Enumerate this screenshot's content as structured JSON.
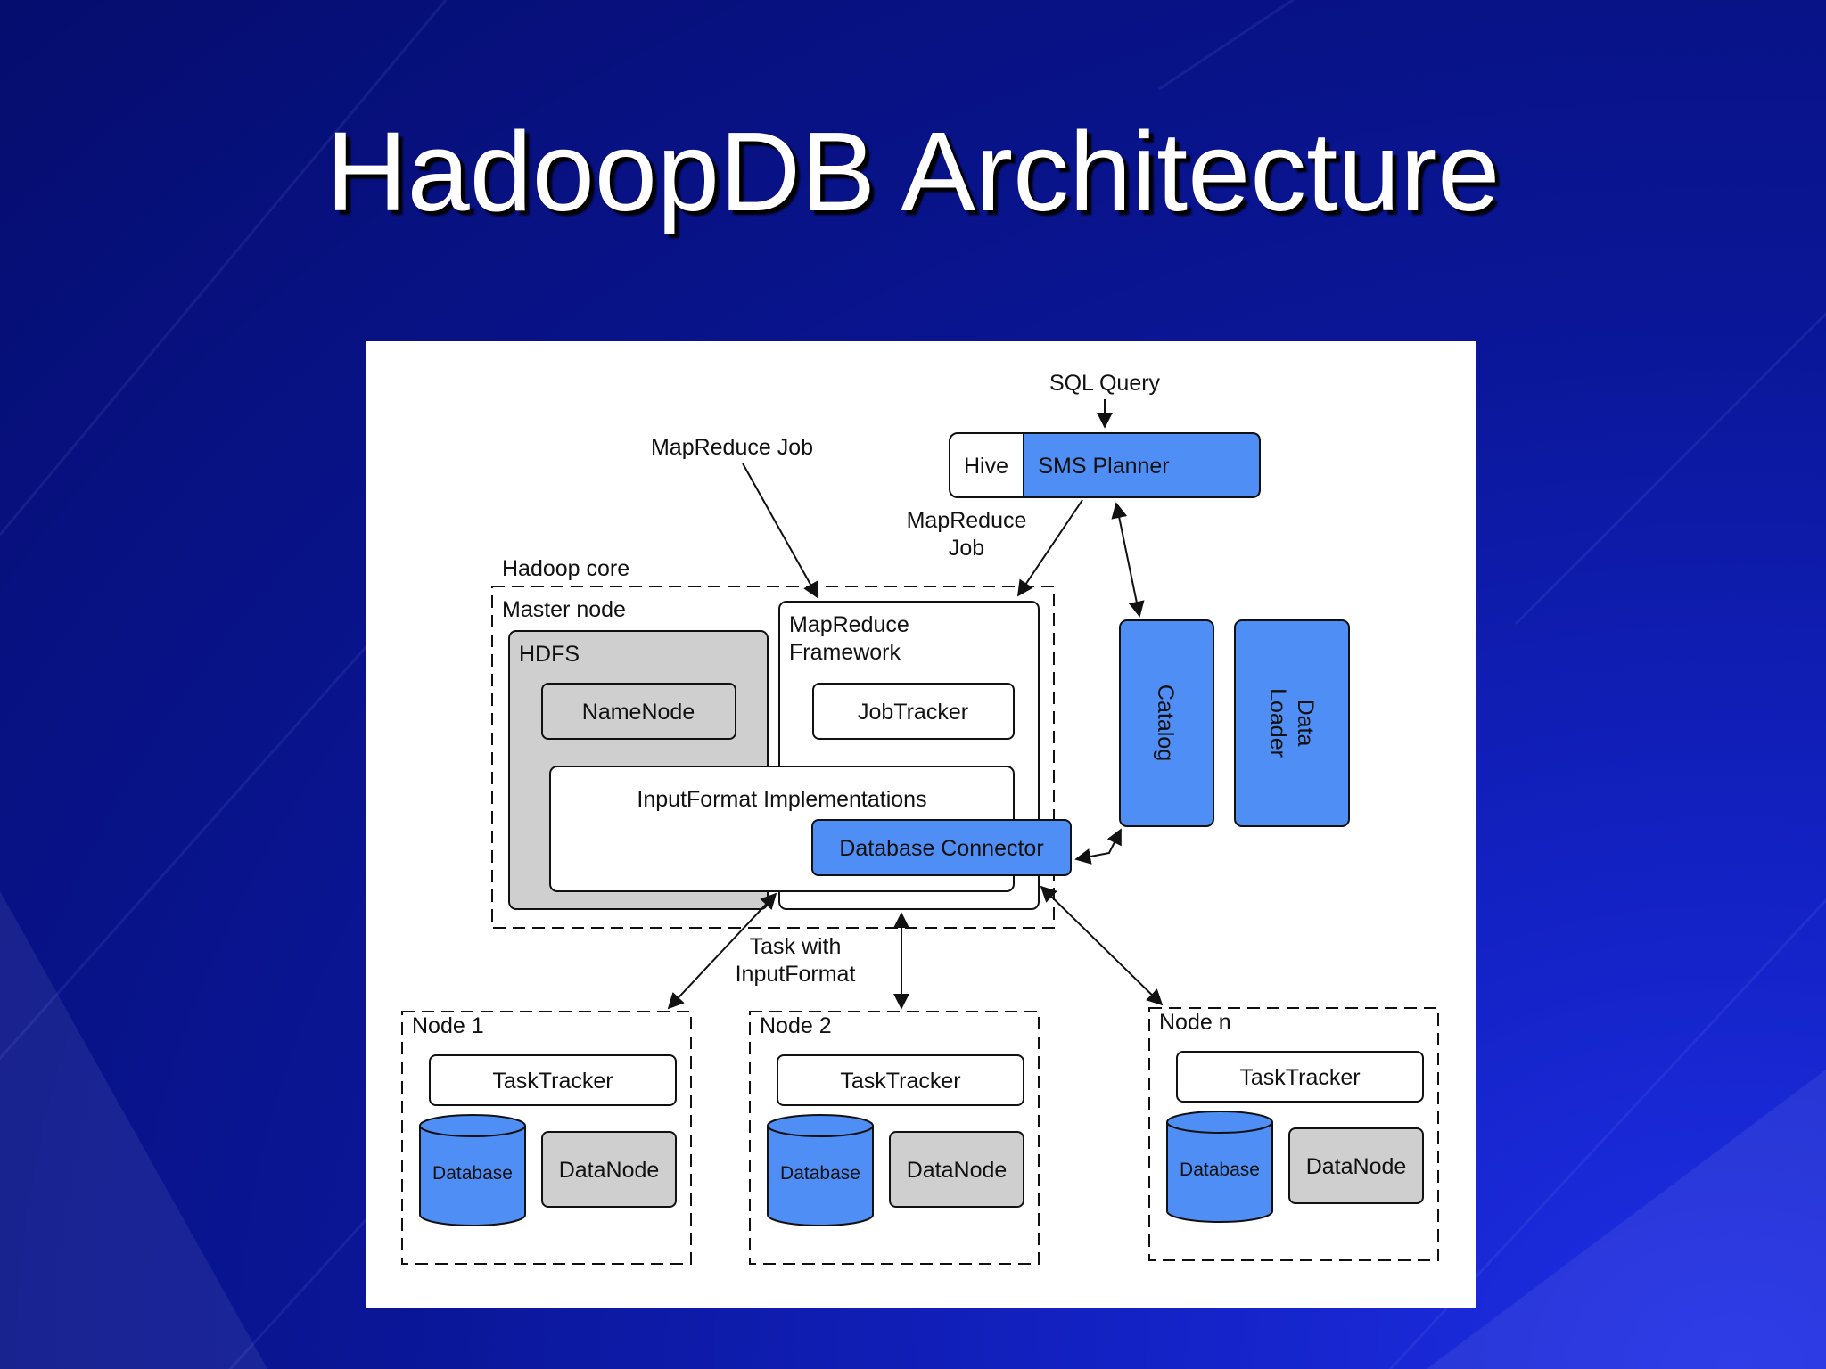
{
  "slide": {
    "title": "HadoopDB Architecture"
  },
  "colors": {
    "blue": "#4f8ef5",
    "gray": "#cfcfcf",
    "background": "#0a1696"
  },
  "diagram": {
    "sql_query": "SQL Query",
    "hive": "Hive",
    "sms_planner": "SMS Planner",
    "mapreduce_job_left": "MapReduce Job",
    "mapreduce_job_right_1": "MapReduce",
    "mapreduce_job_right_2": "Job",
    "hadoop_core": "Hadoop core",
    "master_node": "Master node",
    "hdfs": "HDFS",
    "namenode": "NameNode",
    "mapreduce_framework_1": "MapReduce",
    "mapreduce_framework_2": "Framework",
    "jobtracker": "JobTracker",
    "inputformat": "InputFormat Implementations",
    "database_connector": "Database Connector",
    "catalog": "Catalog",
    "data_loader_1": "Data",
    "data_loader_2": "Loader",
    "task_with_1": "Task with",
    "task_with_2": "InputFormat",
    "nodes": [
      {
        "label": "Node 1",
        "tasktracker": "TaskTracker",
        "database": "Database",
        "datanode": "DataNode"
      },
      {
        "label": "Node 2",
        "tasktracker": "TaskTracker",
        "database": "Database",
        "datanode": "DataNode"
      },
      {
        "label": "Node n",
        "tasktracker": "TaskTracker",
        "database": "Database",
        "datanode": "DataNode"
      }
    ]
  }
}
